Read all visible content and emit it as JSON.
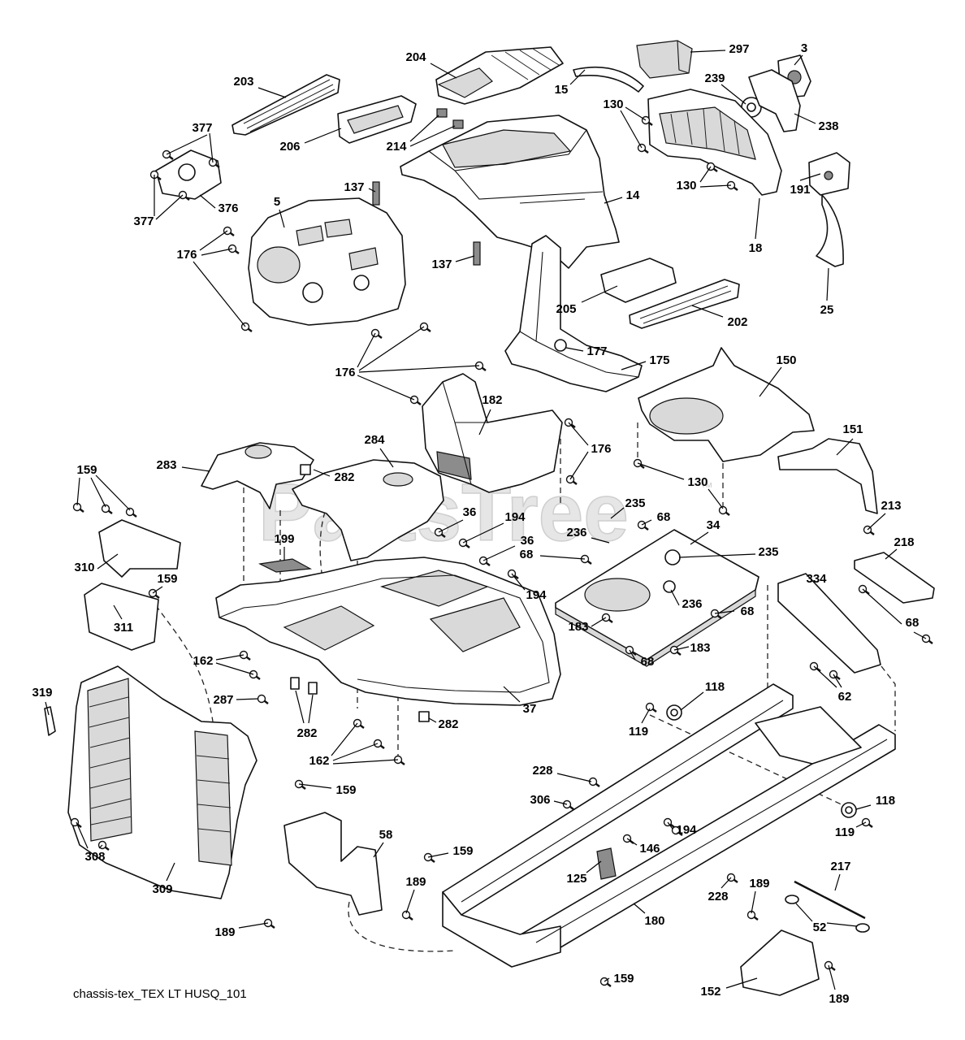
{
  "watermark": "PartsTree",
  "watermark_tm": "™",
  "caption": "chassis-tex_TEX LT HUSQ_101",
  "callouts": [
    "204",
    "297",
    "3",
    "203",
    "15",
    "239",
    "130",
    "377",
    "238",
    "206",
    "214",
    "130",
    "137",
    "191",
    "5",
    "14",
    "376",
    "377",
    "176",
    "18",
    "137",
    "205",
    "25",
    "202",
    "177",
    "175",
    "150",
    "176",
    "182",
    "151",
    "284",
    "176",
    "283",
    "159",
    "282",
    "130",
    "235",
    "213",
    "36",
    "194",
    "68",
    "34",
    "236",
    "199",
    "36",
    "218",
    "235",
    "68",
    "310",
    "159",
    "334",
    "194",
    "236",
    "68",
    "68",
    "183",
    "311",
    "183",
    "162",
    "68",
    "118",
    "319",
    "62",
    "287",
    "37",
    "282",
    "119",
    "282",
    "162",
    "228",
    "159",
    "306",
    "118",
    "194",
    "119",
    "58",
    "146",
    "159",
    "308",
    "217",
    "125",
    "189",
    "189",
    "309",
    "228",
    "180",
    "52",
    "189",
    "159",
    "152",
    "189"
  ]
}
